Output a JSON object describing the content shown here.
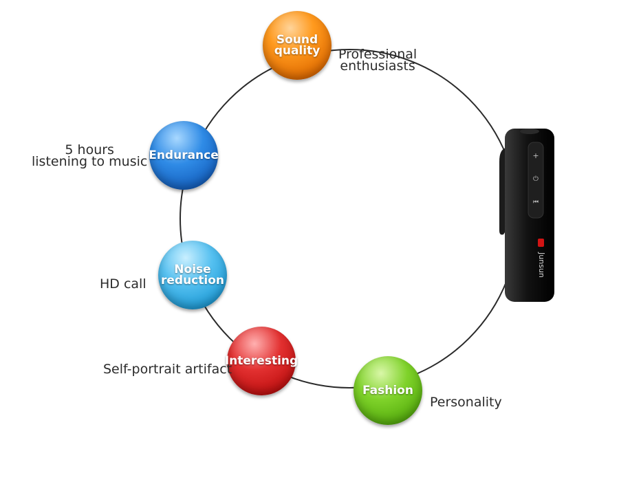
{
  "features": [
    {
      "id": "sound",
      "label": "Sound\nquality",
      "caption": "Professional\nenthusiasts",
      "color": "#f07d0a"
    },
    {
      "id": "endurance",
      "label": "Endurance",
      "caption": "5 hours\nlistening to music",
      "color": "#1a6fd0"
    },
    {
      "id": "noise",
      "label": "Noise\nreduction",
      "caption": "HD call",
      "color": "#2aa3e0"
    },
    {
      "id": "interesting",
      "label": "Interesting",
      "caption": "Self-portrait artifact",
      "color": "#c81818"
    },
    {
      "id": "fashion",
      "label": "Fashion",
      "caption": "Personality",
      "color": "#5fb80f"
    }
  ],
  "product": {
    "brand": "Junsun",
    "buttons": [
      "+",
      "⏻",
      "⏮"
    ]
  }
}
